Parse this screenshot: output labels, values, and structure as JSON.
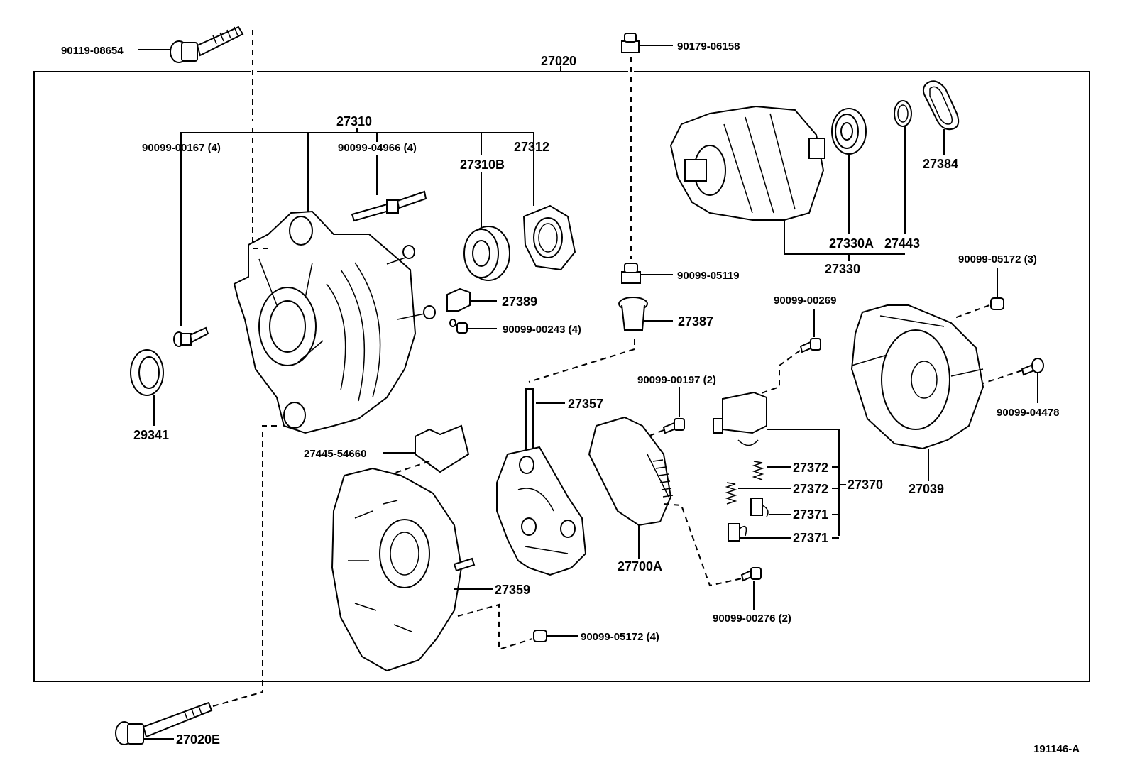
{
  "diagram": {
    "assembly": "27020",
    "figure_id": "191146-A",
    "labels": {
      "bolt_top": "90119-08654",
      "cap_nut_top": "90179-06158",
      "frame": "27310",
      "screw_4": "90099-00167 (4)",
      "stud_4": "90099-04966 (4)",
      "retainer": "27312",
      "bearing_front": "27310B",
      "rotor_bearing": "27330A",
      "bearing_cover": "27443",
      "rotor": "27330",
      "ring": "27384",
      "nut_05119": "90099-05119",
      "insulator_389": "27389",
      "screw_00243": "90099-00243 (4)",
      "bushing_387": "27387",
      "pulley_cover": "29341",
      "nut_05172_3": "90099-05172 (3)",
      "screw_00269": "90099-00269",
      "bolt_04478": "90099-04478",
      "rear_cover": "27039",
      "stud_357": "27357",
      "screw_00197": "90099-00197 (2)",
      "cover_27445": "27445-54660",
      "spring_a": "27372",
      "spring_b": "27372",
      "brush_holder": "27370",
      "brush_a": "27371",
      "brush_b": "27371",
      "rectifier_end": "27359",
      "regulator": "27700A",
      "screw_00276": "90099-00276 (2)",
      "nut_05172_4": "90099-05172 (4)",
      "bolt_bottom": "27020E"
    }
  }
}
